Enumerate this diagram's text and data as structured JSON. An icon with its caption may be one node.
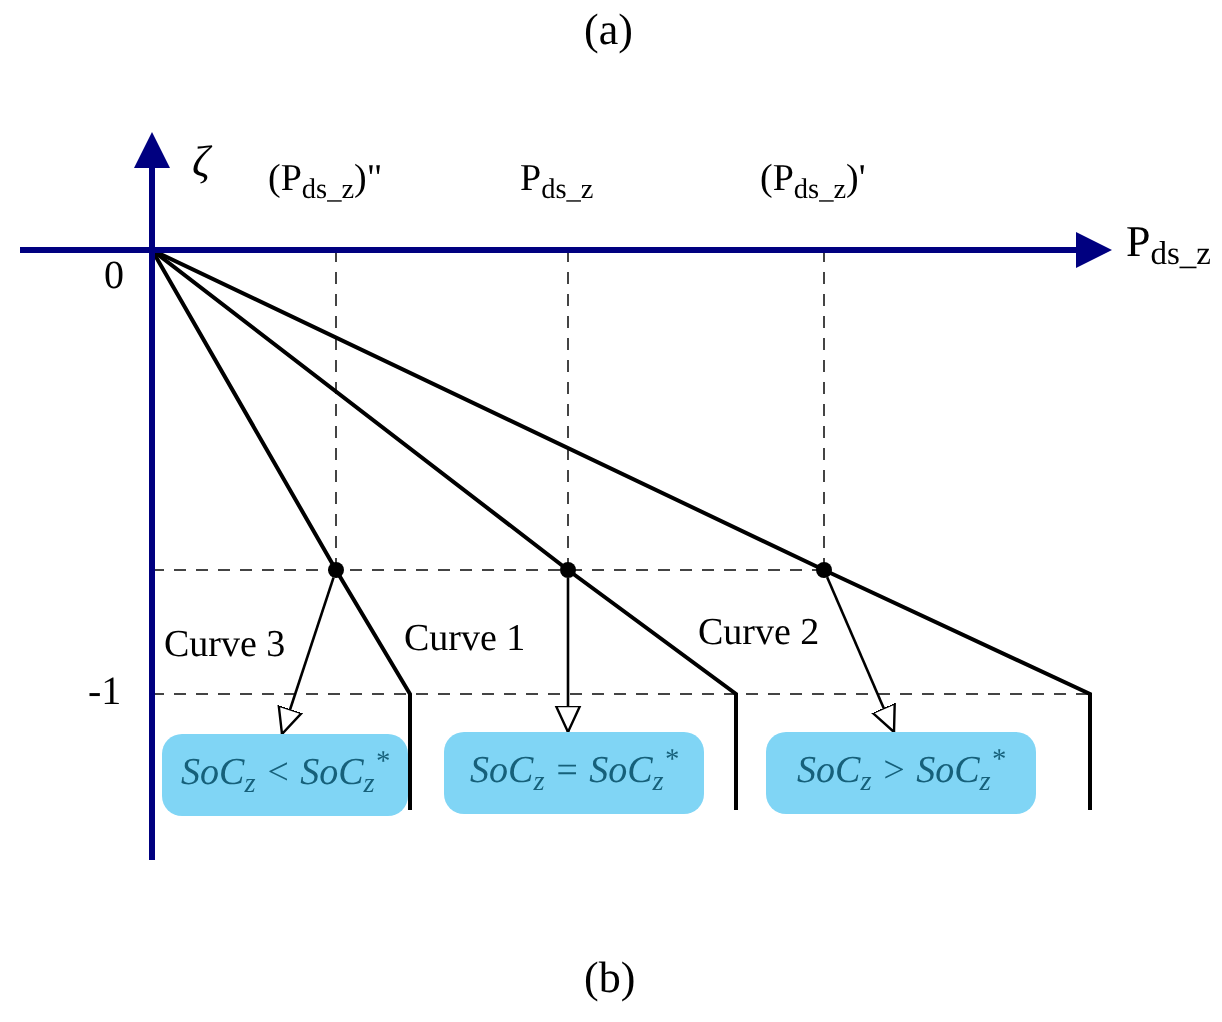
{
  "diagram": {
    "nodes": [
      {
        "text": [],
        "shape": "circle"
      },
      {
        "text": [],
        "shape": "circle"
      },
      {
        "text": [],
        "shape": "circle"
      },
      {
        "text": [
          "SoC$_{z}$ < SoC$_{z}$$^{*}$"
        ]
      },
      {
        "text": [
          "SoC$_{z}$ = SoC$_{z}$$^{*}$"
        ]
      },
      {
        "text": [
          "SoC$_{z}$ > SoC$_{z}$$^{*}$"
        ]
      }
    ],
    "edges": [
      {
        "from": 0,
        "to": 3,
        "arrow": "to"
      },
      {
        "from": 1,
        "to": 4,
        "arrow": "to"
      },
      {
        "from": 2,
        "to": 5,
        "arrow": "to"
      }
    ],
    "labels": [
      "(a)",
      "ζ",
      "(P$_{ds_z}$)\"",
      "P$_{ds_z}$",
      "(P$_{ds_z}$)'",
      "P$_{ds_z}$",
      "0",
      "Curve 3",
      "Curve 1",
      "Curve 2",
      "-1",
      "(b)"
    ]
  }
}
